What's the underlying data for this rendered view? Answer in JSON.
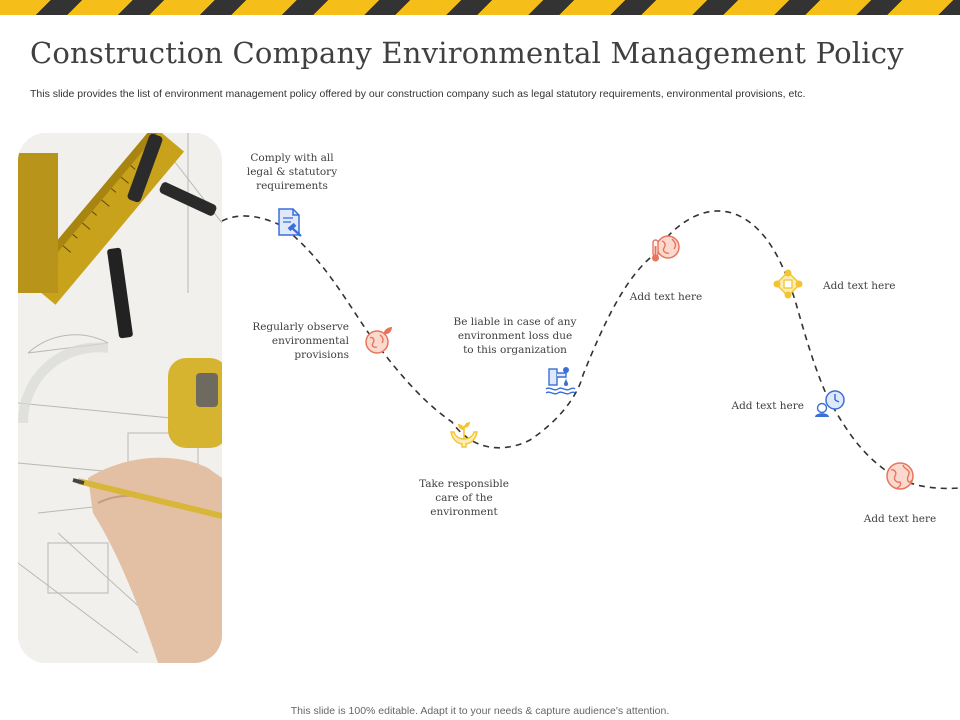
{
  "slide": {
    "title": "Construction Company Environmental Management Policy",
    "subtitle": "This slide provides the list of environment management  policy offered by our construction company such as legal statutory requirements,  environmental  provisions, etc.",
    "footer": "This slide is 100% editable. Adapt it to your needs & capture audience's attention."
  },
  "steps": [
    {
      "icon": "legal-document-gavel-icon",
      "lines": [
        "Comply with all",
        "legal & statutory",
        "requirements"
      ]
    },
    {
      "icon": "earth-leaf-icon",
      "lines": [
        "Regularly observe",
        "environmental",
        "provisions"
      ]
    },
    {
      "icon": "hands-plant-icon",
      "lines": [
        "Take responsible",
        "care of the",
        "environment"
      ]
    },
    {
      "icon": "factory-water-pollution-icon",
      "lines": [
        "Be liable in case of any",
        "environment loss due",
        "to this organization"
      ]
    },
    {
      "icon": "globe-thermometer-icon",
      "lines": [
        "Add text here"
      ]
    },
    {
      "icon": "connected-people-icon",
      "lines": [
        "Add text here"
      ]
    },
    {
      "icon": "person-clock-icon",
      "lines": [
        "Add text here"
      ]
    },
    {
      "icon": "globe-icon",
      "lines": [
        "Add text here"
      ]
    }
  ],
  "colors": {
    "hazard_yellow": "#f6be19",
    "hazard_dark": "#333333",
    "icon_blue": "#3a6fd8",
    "icon_red": "#e8745c",
    "icon_yellow": "#f4c430",
    "path": "#333333"
  }
}
